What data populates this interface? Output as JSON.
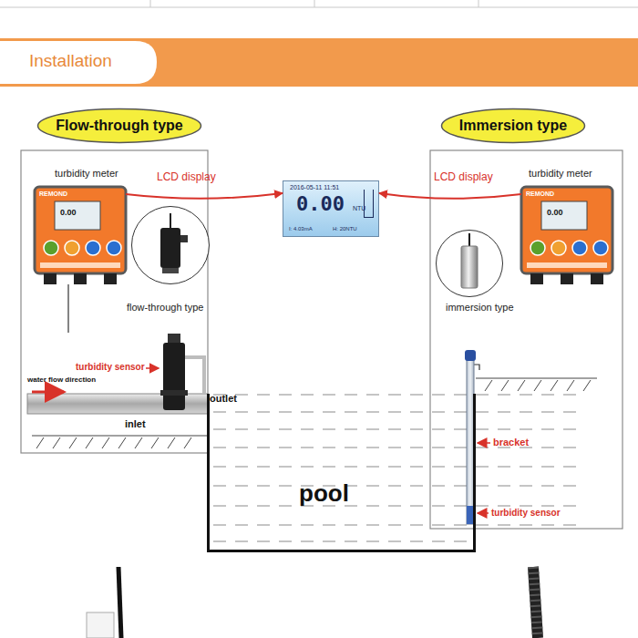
{
  "diagram": {
    "title": "Installation",
    "nodes": [
      {
        "text": [
          "Flow-through type"
        ]
      },
      {
        "text": [
          "Immersion type"
        ]
      },
      {
        "text": [
          "turbidity meter",
          "REMOND",
          "0.00"
        ]
      },
      {
        "text": [
          "2016-05-11 11:51",
          "0.00",
          "NTU",
          "I: 4.03mA",
          "H: 20NTU"
        ]
      },
      {
        "text": [
          "turbidity meter",
          "REMOND",
          "0.00"
        ]
      },
      {
        "text": [
          "flow-through type"
        ]
      },
      {
        "text": [
          "immersion type"
        ]
      },
      {
        "text": [
          "pool"
        ]
      }
    ],
    "edges": [
      {
        "from": 2,
        "to": 3,
        "label": "LCD display",
        "arrow": "to"
      },
      {
        "from": 4,
        "to": 3,
        "label": "LCD display",
        "arrow": "to"
      }
    ],
    "labels": [
      "water flow direction",
      "turbidity sensor",
      "inlet",
      "outlet",
      "bracket",
      "turbidity sensor"
    ]
  }
}
